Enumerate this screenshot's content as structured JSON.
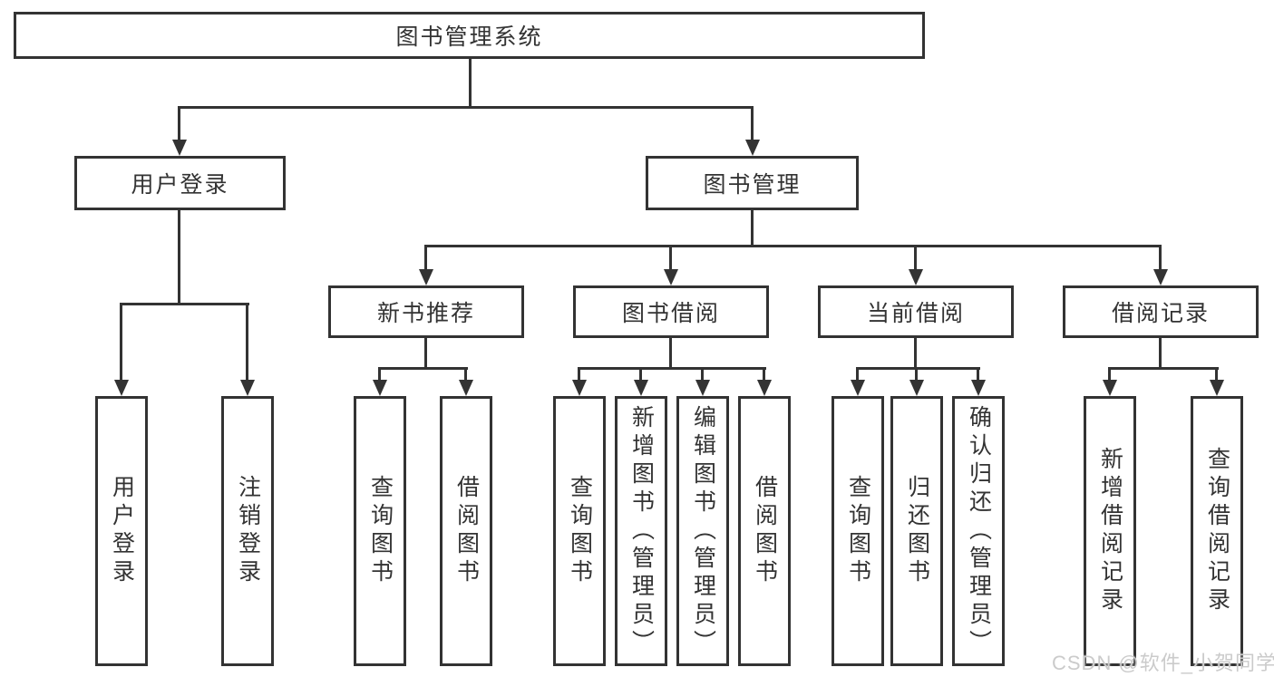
{
  "tree": {
    "root": {
      "label": "图书管理系统",
      "children": [
        {
          "label": "用户登录",
          "children": [
            {
              "label": "用户登录"
            },
            {
              "label": "注销登录"
            }
          ]
        },
        {
          "label": "图书管理",
          "children": [
            {
              "label": "新书推荐",
              "children": [
                {
                  "label": "查询图书"
                },
                {
                  "label": "借阅图书"
                }
              ]
            },
            {
              "label": "图书借阅",
              "children": [
                {
                  "label": "查询图书"
                },
                {
                  "label": "新增图书（管理员）"
                },
                {
                  "label": "编辑图书（管理员）"
                },
                {
                  "label": "借阅图书"
                }
              ]
            },
            {
              "label": "当前借阅",
              "children": [
                {
                  "label": "查询图书"
                },
                {
                  "label": "归还图书"
                },
                {
                  "label": "确认归还（管理员）"
                }
              ]
            },
            {
              "label": "借阅记录",
              "children": [
                {
                  "label": "新增借阅记录"
                },
                {
                  "label": "查询借阅记录"
                }
              ]
            }
          ]
        }
      ]
    }
  },
  "watermark": {
    "text": "CSDN @软件_小贺同学"
  },
  "colors": {
    "line": "#333333",
    "text": "#333333",
    "background": "#ffffff",
    "watermark": "#cbcbcb"
  }
}
